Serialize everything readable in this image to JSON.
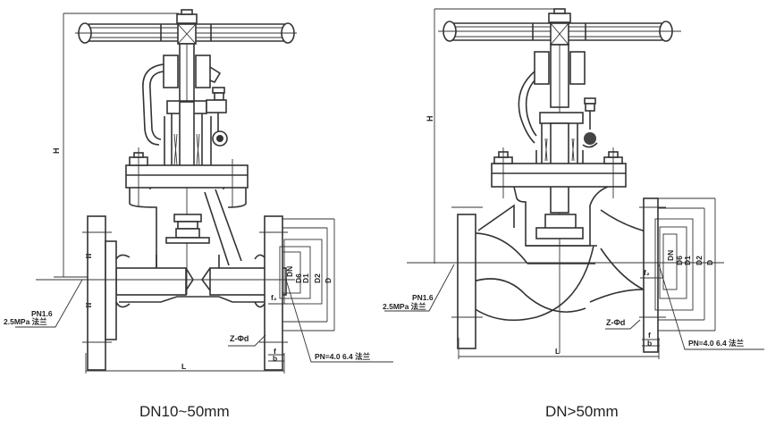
{
  "figures": [
    {
      "id": "left",
      "caption": "DN10~50mm",
      "labels": {
        "height": "H",
        "length": "L",
        "flange_low": "PN1.6\n2.5MPa 法兰",
        "flange_low_line1": "PN1.6",
        "flange_low_line2": "2.5MPa 法兰",
        "flange_high": "PN=4.0 6.4 法兰",
        "bolt_holes": "Z-Φd",
        "thickness": "b",
        "face": "f",
        "face2": "f₂",
        "dims": [
          "DN",
          "D6",
          "D1",
          "D2",
          "D"
        ]
      }
    },
    {
      "id": "right",
      "caption": "DN>50mm",
      "labels": {
        "height": "H",
        "length": "L",
        "flange_low_line1": "PN1.6",
        "flange_low_line2": "2.5MPa 法兰",
        "flange_high": "PN=4.0 6.4 法兰",
        "bolt_holes": "Z-Φd",
        "thickness": "b",
        "face": "f",
        "face2": "f₂",
        "dims": [
          "DN",
          "D6",
          "D1",
          "D2",
          "D"
        ]
      }
    }
  ]
}
